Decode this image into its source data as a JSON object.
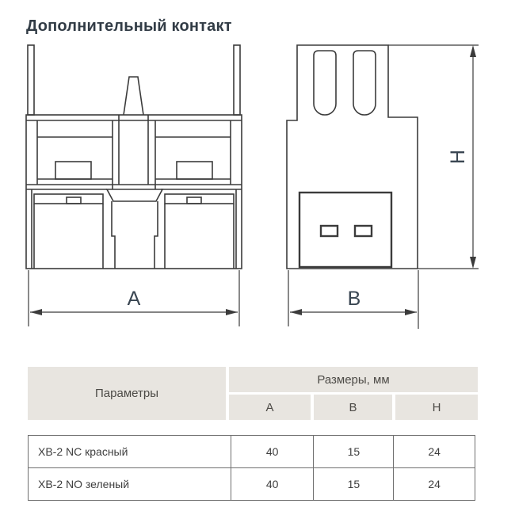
{
  "page": {
    "title": "Дополнительный контакт",
    "background": "#ffffff"
  },
  "diagram": {
    "line_color": "#3b3b3b",
    "dim_label_color": "#3a4652",
    "front": {
      "width_label": "A"
    },
    "side": {
      "width_label": "B",
      "height_label": "H"
    }
  },
  "table": {
    "header": {
      "parameters_label": "Параметры",
      "dimensions_label": "Размеры, мм",
      "columns": [
        "A",
        "B",
        "H"
      ],
      "bg_color": "#e8e5e0"
    },
    "rows": [
      {
        "name": "XB-2 NC красный",
        "A": "40",
        "B": "15",
        "H": "24"
      },
      {
        "name": "XB-2 NO зеленый",
        "A": "40",
        "B": "15",
        "H": "24"
      }
    ]
  }
}
